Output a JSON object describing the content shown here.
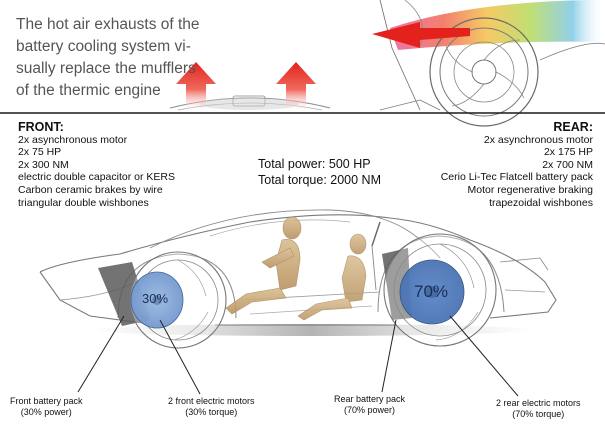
{
  "caption": {
    "lines": [
      "The hot air exhausts of the",
      "battery cooling system vi-",
      "sually replace the mufflers",
      "of the thermic engine"
    ]
  },
  "front": {
    "heading": "FRONT:",
    "specs": [
      "2x asynchronous motor",
      "2x 75 HP",
      "2x 300 NM",
      "electric double capacitor or KERS",
      "Carbon ceramic brakes by wire",
      "triangular double wishbones"
    ]
  },
  "rear": {
    "heading": "REAR:",
    "specs": [
      "2x asynchronous motor",
      "2x 175 HP",
      "2x 700 NM",
      "Cerio Li-Tec Flatcell battery pack",
      "Motor regenerative braking",
      "trapezoidal wishbones"
    ]
  },
  "totals": {
    "power": "Total power: 500 HP",
    "torque": "Total torque: 2000 NM"
  },
  "percentages": {
    "front": "30%",
    "rear": "70%"
  },
  "labels": {
    "front_battery": [
      "Front battery pack",
      "(30% power)"
    ],
    "front_motors": [
      "2 front electric motors",
      "(30% torque)"
    ],
    "rear_battery": [
      "Rear battery pack",
      "(70% power)"
    ],
    "rear_motors": [
      "2 rear electric motors",
      "(70% torque)"
    ]
  },
  "colors": {
    "arrow_red": "#e3231b",
    "battery_blue": "#7ea4d6",
    "motor_blue": "#5b87c8",
    "battery_gray": "#5a5a5a",
    "body_line": "#7a7a7a",
    "mannequin": "#c9a878"
  }
}
